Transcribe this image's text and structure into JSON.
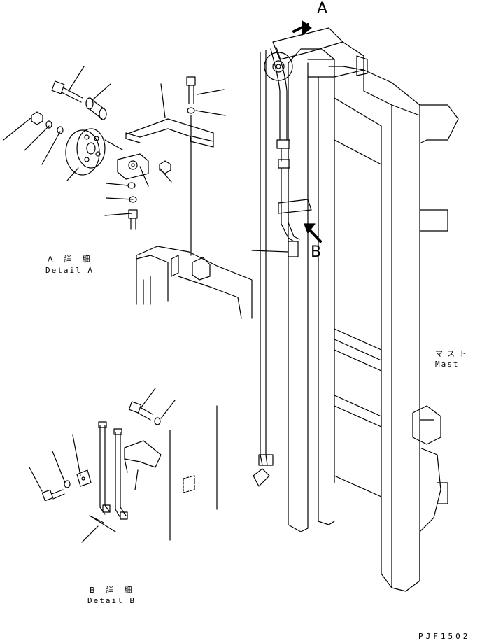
{
  "callouts": {
    "view_a": "A",
    "view_b": "B"
  },
  "detail_a": {
    "jp": "A 詳 細",
    "en": "Detail A"
  },
  "detail_b": {
    "jp": "B 詳 細",
    "en": "Detail B"
  },
  "mast": {
    "jp": "マスト",
    "en": "Mast"
  },
  "drawing_code": "PJF1502"
}
